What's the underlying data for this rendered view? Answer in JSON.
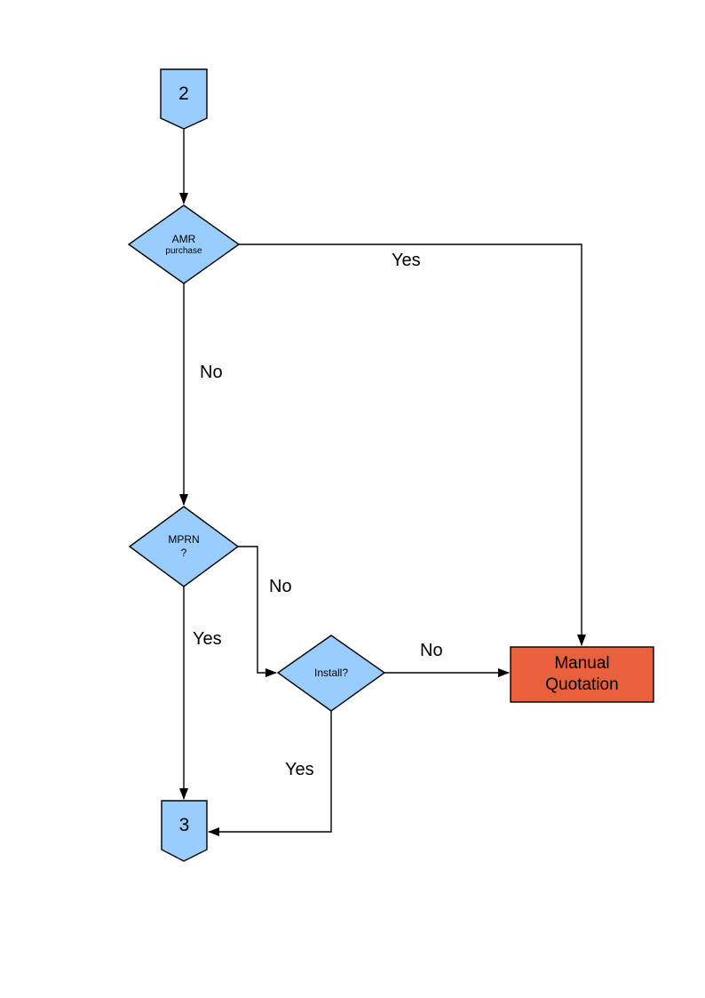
{
  "colors": {
    "node_fill": "#99CCFF",
    "highlight_fill": "#E8603C",
    "stroke": "#000000",
    "background": "#FFFFFF"
  },
  "nodes": {
    "offpage_2": {
      "label": "2"
    },
    "amr_purchase": {
      "line1": "AMR",
      "line2": "purchase"
    },
    "mprn": {
      "line1": "MPRN",
      "line2": "?"
    },
    "install": {
      "label": "Install?"
    },
    "manual_quotation": {
      "label": "Manual Quotation"
    },
    "offpage_3": {
      "label": "3"
    }
  },
  "edges": {
    "amr_yes": {
      "label": "Yes"
    },
    "amr_no": {
      "label": "No"
    },
    "mprn_no": {
      "label": "No"
    },
    "mprn_yes": {
      "label": "Yes"
    },
    "install_no": {
      "label": "No"
    },
    "install_yes": {
      "label": "Yes"
    }
  }
}
